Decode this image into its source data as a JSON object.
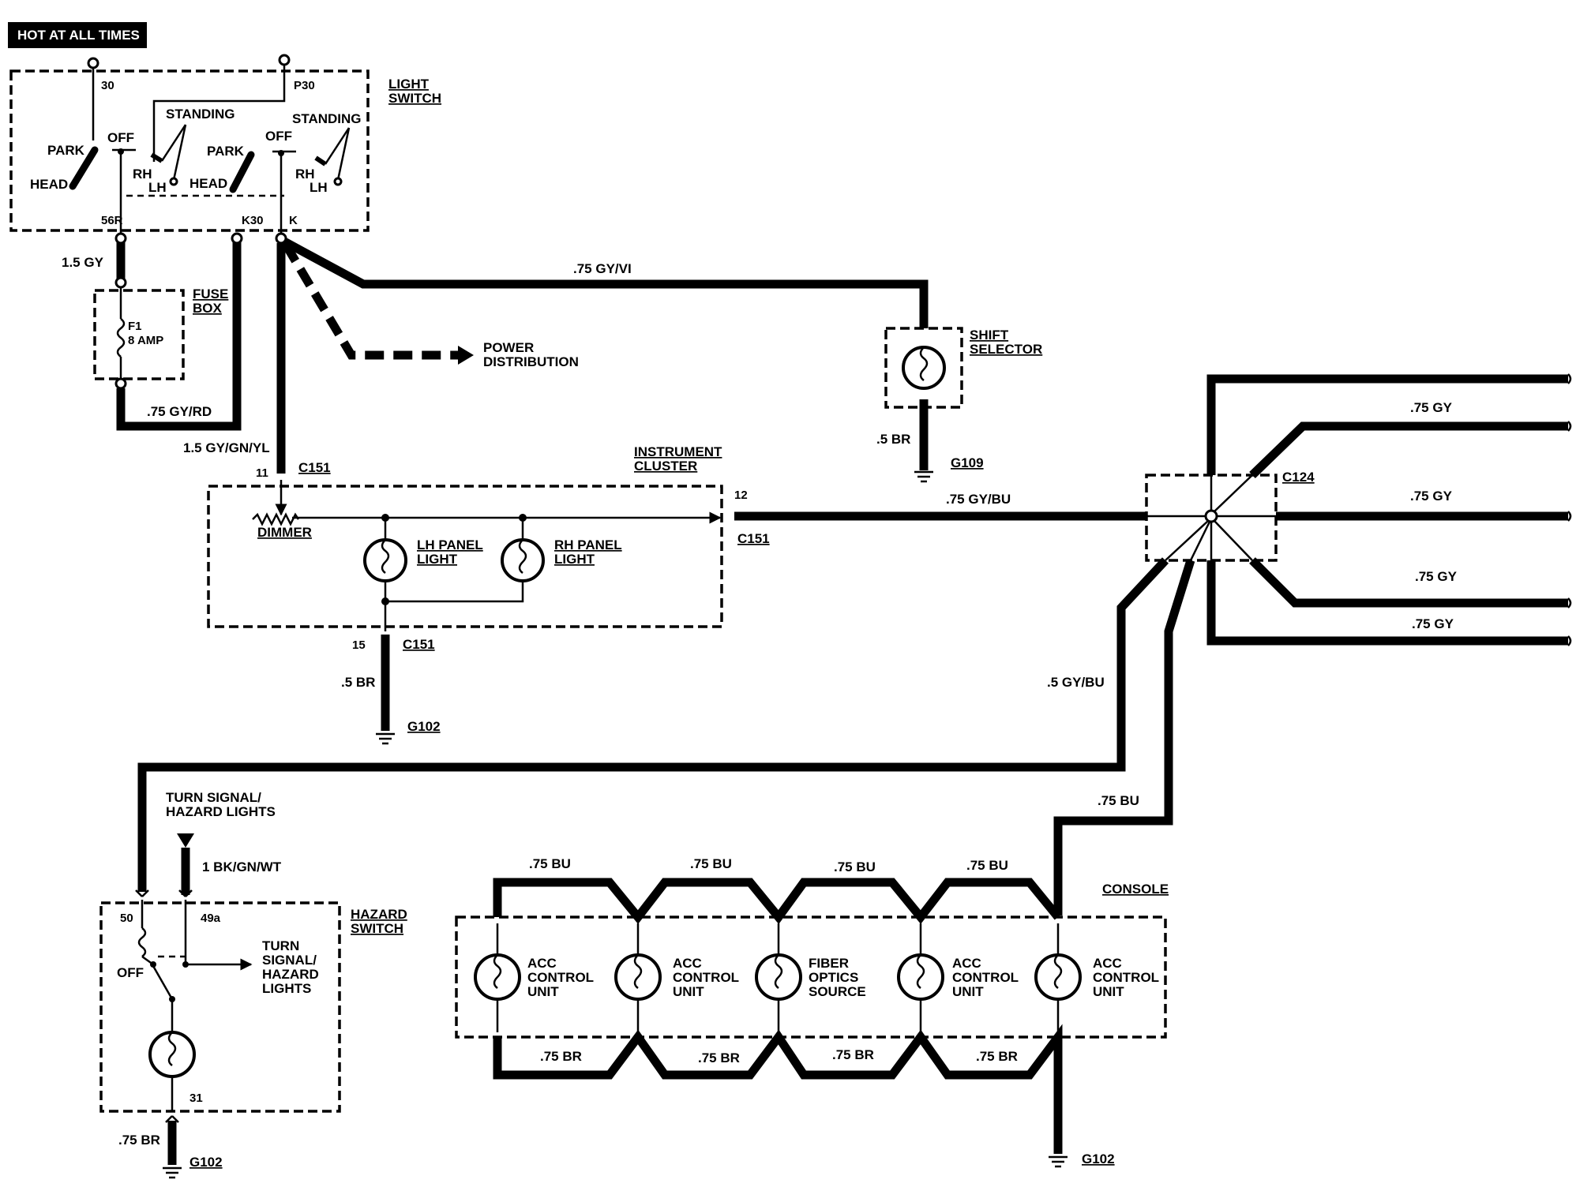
{
  "header": {
    "hot_label": "HOT AT ALL TIMES"
  },
  "light_switch": {
    "title_1": "LIGHT",
    "title_2": "SWITCH",
    "term_30": "30",
    "term_p30": "P30",
    "term_56r": "56R",
    "term_k30": "K30",
    "term_k": "K",
    "park_1": "PARK",
    "head_1": "HEAD",
    "off_1": "OFF",
    "standing_1": "STANDING",
    "rh_1": "RH",
    "lh_1": "LH",
    "park_2": "PARK",
    "head_2": "HEAD",
    "off_2": "OFF",
    "standing_2": "STANDING",
    "rh_2": "RH",
    "lh_2": "LH"
  },
  "fuse_box": {
    "title_1": "FUSE",
    "title_2": "BOX",
    "fuse_1": "F1",
    "fuse_2": "8 AMP"
  },
  "wires": {
    "w_15gy": "1.5 GY",
    "w_75gyrd": ".75 GY/RD",
    "w_15gygnyl": "1.5 GY/GN/YL",
    "w_75gyvi": ".75 GY/VI",
    "w_5br_shift": ".5 BR",
    "w_75gybu": ".75 GY/BU",
    "w_5br_ic": ".5 BR",
    "w_5gybu": ".5 GY/BU",
    "w_75bu_main": ".75 BU",
    "w_1bkgnwt": "1 BK/GN/WT",
    "w_75br_hz": ".75 BR",
    "w_75gy_1": ".75 GY",
    "w_75gy_2": ".75 GY",
    "w_75gy_3": ".75 GY",
    "w_75gy_4": ".75 GY",
    "w_75bu_1": ".75 BU",
    "w_75bu_2": ".75 BU",
    "w_75bu_3": ".75 BU",
    "w_75bu_4": ".75 BU",
    "w_75br_1": ".75 BR",
    "w_75br_2": ".75 BR",
    "w_75br_3": ".75 BR",
    "w_75br_4": ".75 BR"
  },
  "power_distribution": {
    "line_1": "POWER",
    "line_2": "DISTRIBUTION"
  },
  "shift_selector": {
    "title_1": "SHIFT",
    "title_2": "SELECTOR",
    "ground": "G109"
  },
  "instrument_cluster": {
    "title_1": "INSTRUMENT",
    "title_2": "CLUSTER",
    "pin_11": "11",
    "conn_top": "C151",
    "dimmer": "DIMMER",
    "lh_panel_1": "LH PANEL",
    "lh_panel_2": "LIGHT",
    "rh_panel_1": "RH PANEL",
    "rh_panel_2": "LIGHT",
    "pin_12": "12",
    "conn_right": "C151",
    "pin_15": "15",
    "conn_bottom": "C151",
    "ground": "G102"
  },
  "c124": {
    "label": "C124"
  },
  "hazard": {
    "title_top_1": "TURN SIGNAL/",
    "title_top_2": "HAZARD LIGHTS",
    "title_1": "HAZARD",
    "title_2": "SWITCH",
    "pin_50": "50",
    "pin_49a": "49a",
    "off": "OFF",
    "out_1": "TURN",
    "out_2": "SIGNAL/",
    "out_3": "HAZARD",
    "out_4": "LIGHTS",
    "pin_31": "31",
    "ground": "G102"
  },
  "console": {
    "title": "CONSOLE",
    "ground": "G102",
    "units": [
      {
        "l1": "ACC",
        "l2": "CONTROL",
        "l3": "UNIT"
      },
      {
        "l1": "ACC",
        "l2": "CONTROL",
        "l3": "UNIT"
      },
      {
        "l1": "FIBER",
        "l2": "OPTICS",
        "l3": "SOURCE"
      },
      {
        "l1": "ACC",
        "l2": "CONTROL",
        "l3": "UNIT"
      },
      {
        "l1": "ACC",
        "l2": "CONTROL",
        "l3": "UNIT"
      }
    ]
  }
}
